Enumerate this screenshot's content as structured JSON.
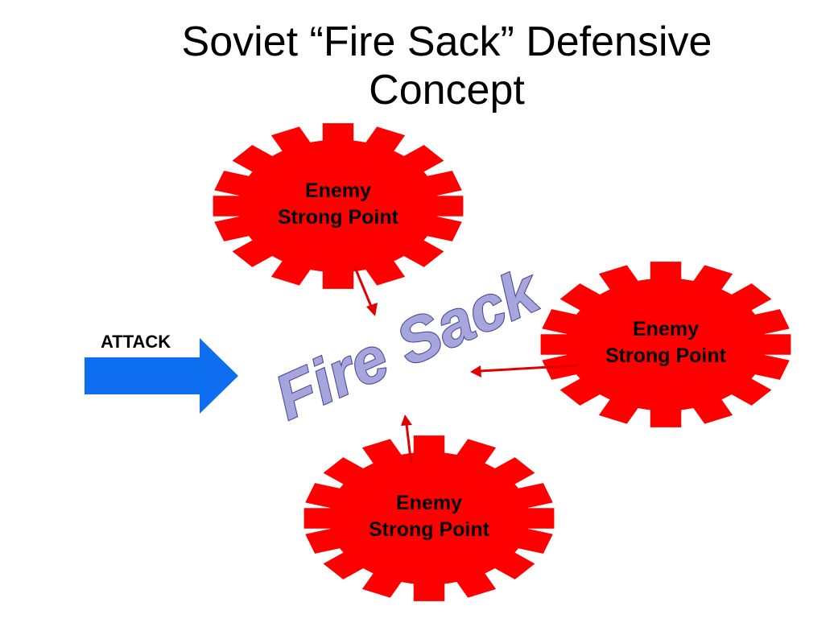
{
  "title": {
    "line1": "Soviet “Fire Sack” Defensive",
    "line2": "Concept"
  },
  "attack": {
    "label": "ATTACK",
    "color": "#0d6ef0"
  },
  "fire_sack": {
    "label": "Fire Sack",
    "fill_color": "#a6a6dc",
    "outline_color": "#4a4aa0"
  },
  "strong_points": [
    {
      "line1": "Enemy",
      "line2": "Strong Point"
    },
    {
      "line1": "Enemy",
      "line2": "Strong Point"
    },
    {
      "line1": "Enemy",
      "line2": "Strong Point"
    }
  ],
  "colors": {
    "strong_point_fill": "#ff0000",
    "fire_arrow": "#e00000"
  }
}
